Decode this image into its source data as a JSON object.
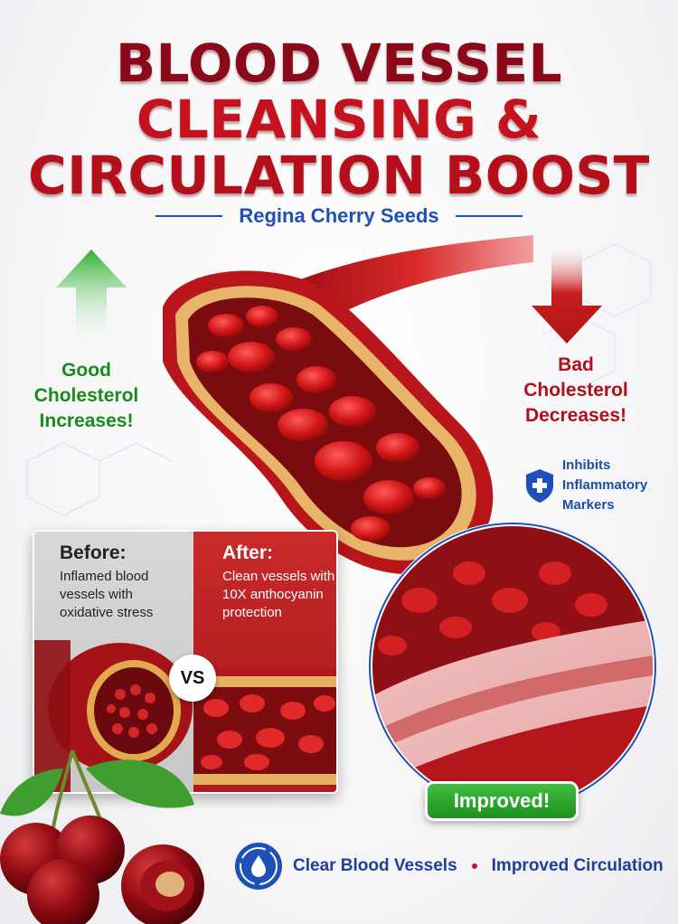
{
  "title": {
    "line1": "BLOOD VESSEL",
    "line2": "CLEANSING &",
    "line3": "CIRCULATION BOOST"
  },
  "subtitle": "Regina Cherry Seeds",
  "good_cholesterol": {
    "line1": "Good",
    "line2": "Cholesterol",
    "line3": "Increases!"
  },
  "bad_cholesterol": {
    "line1": "Bad",
    "line2": "Cholesterol",
    "line3": "Decreases!"
  },
  "inhibits": {
    "line1": "Inhibits",
    "line2": "Inflammatory",
    "line3": "Markers"
  },
  "comparison": {
    "before_heading": "Before:",
    "before_text": "Inflamed blood vessels with oxidative stress",
    "after_heading": "After:",
    "after_text": "Clean vessels with 10X anthocyanin protection",
    "vs": "VS"
  },
  "improved_badge": "Improved!",
  "footer": {
    "item1": "Clear Blood Vessels",
    "item2": "Improved Circulation"
  },
  "colors": {
    "title_red": "#c4121f",
    "good_green": "#1a8a1a",
    "bad_red": "#b30f1a",
    "brand_blue": "#1f4fb8"
  },
  "icons": [
    "up-arrow-icon",
    "down-arrow-icon",
    "shield-plus-icon",
    "water-drop-icon",
    "cherry-icon"
  ]
}
